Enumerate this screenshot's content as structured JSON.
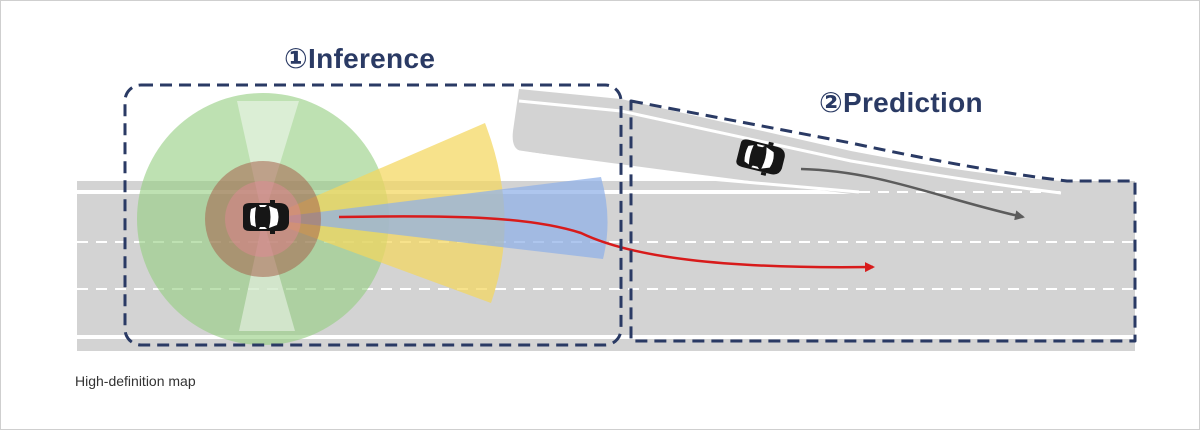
{
  "labels": {
    "inference": "①Inference",
    "prediction": "②Prediction",
    "caption": "High-definition map"
  },
  "colors": {
    "road": "#d3d3d3",
    "lane_marking": "#ffffff",
    "region_frame": "#2a3a64",
    "label_text": "#2a3a64",
    "caption_text": "#333333",
    "sensor_long_range": "#96cf82",
    "sensor_mid_range": "#f4d75e",
    "sensor_radar": "#8fb0e8",
    "sensor_short_range": "#a5624c",
    "sensor_short_range_overlap": "#e58a9a",
    "planned_path": "#d81b1b",
    "predicted_path": "#5c5c5c",
    "vehicle": "#1a1a1a"
  },
  "icons": {
    "ego_vehicle": "car-top-view-icon",
    "other_vehicle": "car-top-view-icon"
  }
}
